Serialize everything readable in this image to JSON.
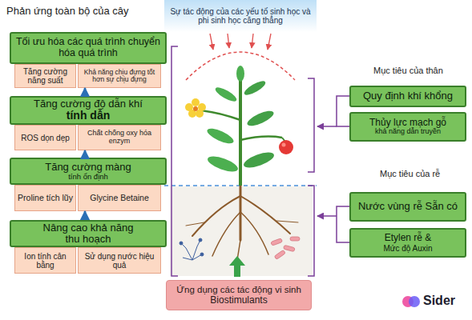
{
  "diagram": {
    "nodes": [
      {
        "text": [
          "Sự tác động của các yếu tố sinh học và phi sinh học căng thẳng"
        ]
      },
      {
        "text": [
          "Tối ưu hóa các quá trình chuyển hóa quá trình"
        ]
      },
      {
        "text": [
          "Tăng cường năng suất"
        ]
      },
      {
        "text": [
          "Khả năng chịu đựng tốt hơn sự chịu đựng"
        ]
      },
      {
        "text": [
          "Tăng cường độ dẫn khí",
          "tính dẫn"
        ]
      },
      {
        "text": [
          "ROS dọn dẹp"
        ]
      },
      {
        "text": [
          "Chất chống oxy hóa enzym"
        ]
      },
      {
        "text": [
          "Tăng cường màng",
          "tính ổn định"
        ]
      },
      {
        "text": [
          "Proline tích lũy"
        ]
      },
      {
        "text": [
          "Glycine Betaine"
        ]
      },
      {
        "text": [
          "Nâng cao khả năng",
          "thu hoạch"
        ]
      },
      {
        "text": [
          "Ion tính cân bằng"
        ]
      },
      {
        "text": [
          "Sử dụng nước hiệu quả"
        ]
      },
      {
        "text": [
          "Quy định khí khổng"
        ]
      },
      {
        "text": [
          "Thủy lực mạch gỗ",
          "khả năng dẫn truyền"
        ]
      },
      {
        "text": [
          "Nước vùng rễ Sẵn có"
        ]
      },
      {
        "text": [
          "Etylen rễ &",
          "Mức độ Auxin"
        ]
      },
      {
        "text": [
          "Ứng dụng các tác động vi sinh",
          "Biostimulants"
        ]
      }
    ],
    "edges": [
      {
        "from": 4,
        "to": 3,
        "arrow": "to"
      },
      {
        "from": 7,
        "to": 6,
        "arrow": "to"
      },
      {
        "from": 10,
        "to": 9,
        "arrow": "to"
      }
    ],
    "labels": [
      "Phản ứng toàn bộ của cây",
      "Mục tiêu của thân",
      "Mục tiêu của rễ",
      "Sider"
    ]
  }
}
